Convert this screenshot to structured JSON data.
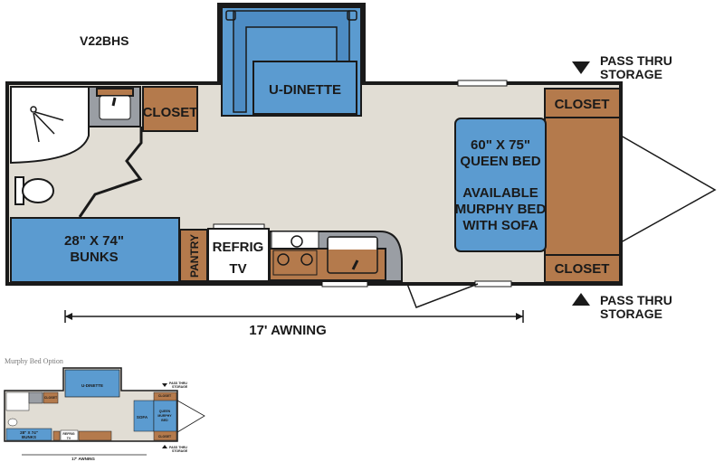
{
  "model": "V22BHS",
  "main_plan": {
    "dinette": "U-DINETTE",
    "bath_closet": "CLOSET",
    "bunks": [
      "28\" X 74\"",
      "BUNKS"
    ],
    "pantry": "PANTRY",
    "refrig": [
      "REFRIG",
      "TV"
    ],
    "queen_bed": [
      "60\" X 75\"",
      "QUEEN BED",
      "AVAILABLE",
      "MURPHY BED",
      "WITH SOFA"
    ],
    "closet_top": "CLOSET",
    "closet_bottom": "CLOSET",
    "pass_thru_top": [
      "PASS THRU",
      "STORAGE"
    ],
    "pass_thru_bottom": [
      "PASS THRU",
      "STORAGE"
    ],
    "awning": "17' AWNING"
  },
  "option_plan": {
    "title": "Murphy Bed Option",
    "dinette": "U-DINETTE",
    "bath_closet": "CLOSET",
    "sofa": "SOFA",
    "murphy_bed": [
      "QUEEN",
      "MURPHY",
      "BED"
    ],
    "closet_top": "CLOSET",
    "closet_bottom": "CLOSET",
    "bunks": [
      "28\" X 74\"",
      "BUNKS"
    ],
    "refrig": [
      "REFRIG",
      "TV"
    ],
    "pass_thru_top": [
      "PASS THRU",
      "STORAGE"
    ],
    "pass_thru_bottom": [
      "PASS THRU",
      "STORAGE"
    ],
    "awning": "17' AWNING"
  },
  "colors": {
    "floor": "#e1ddd4",
    "blue": "#5b9bd0",
    "brown": "#b47a4c",
    "gray": "#9a9ea4"
  }
}
